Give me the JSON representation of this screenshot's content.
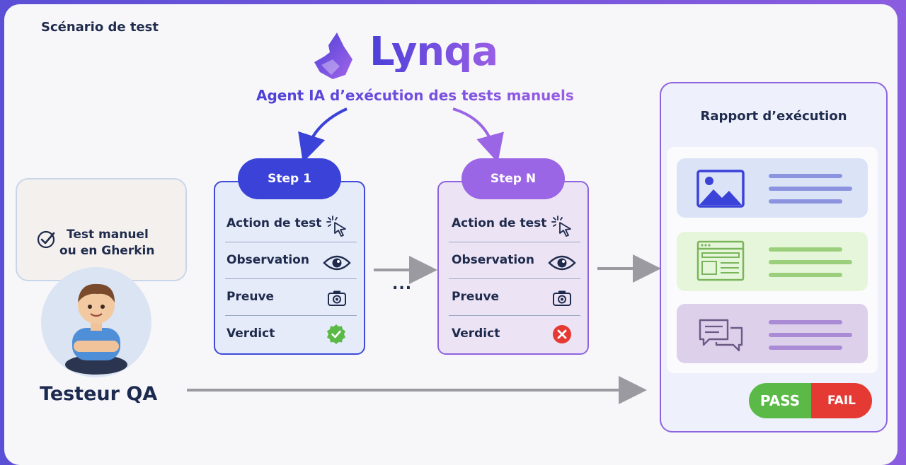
{
  "brand": {
    "name": "Lynqa",
    "tagline": "Agent IA d’exécution des tests manuels"
  },
  "scenario": {
    "title": "Scénario de test",
    "line1": "Test manuel",
    "line2": "ou en Gherkin"
  },
  "tester": {
    "label": "Testeur QA"
  },
  "steps": [
    {
      "pill": "Step 1",
      "rows": [
        {
          "label": "Action de test",
          "icon": "cursor-click-icon"
        },
        {
          "label": "Observation",
          "icon": "eye-icon"
        },
        {
          "label": "Preuve",
          "icon": "camera-icon"
        },
        {
          "label": "Verdict",
          "icon": "check-badge-icon"
        }
      ]
    },
    {
      "pill": "Step N",
      "rows": [
        {
          "label": "Action de test",
          "icon": "cursor-click-icon"
        },
        {
          "label": "Observation",
          "icon": "eye-icon"
        },
        {
          "label": "Preuve",
          "icon": "camera-icon"
        },
        {
          "label": "Verdict",
          "icon": "fail-x-icon"
        }
      ]
    }
  ],
  "ellipsis": "...",
  "report": {
    "title": "Rapport d’exécution",
    "pass": "PASS",
    "fail": "FAIL"
  },
  "colors": {
    "primary": "#3b42d8",
    "secondary": "#9b66e5",
    "pass": "#5bba47",
    "fail": "#e53a33",
    "text": "#1f2b4d"
  }
}
